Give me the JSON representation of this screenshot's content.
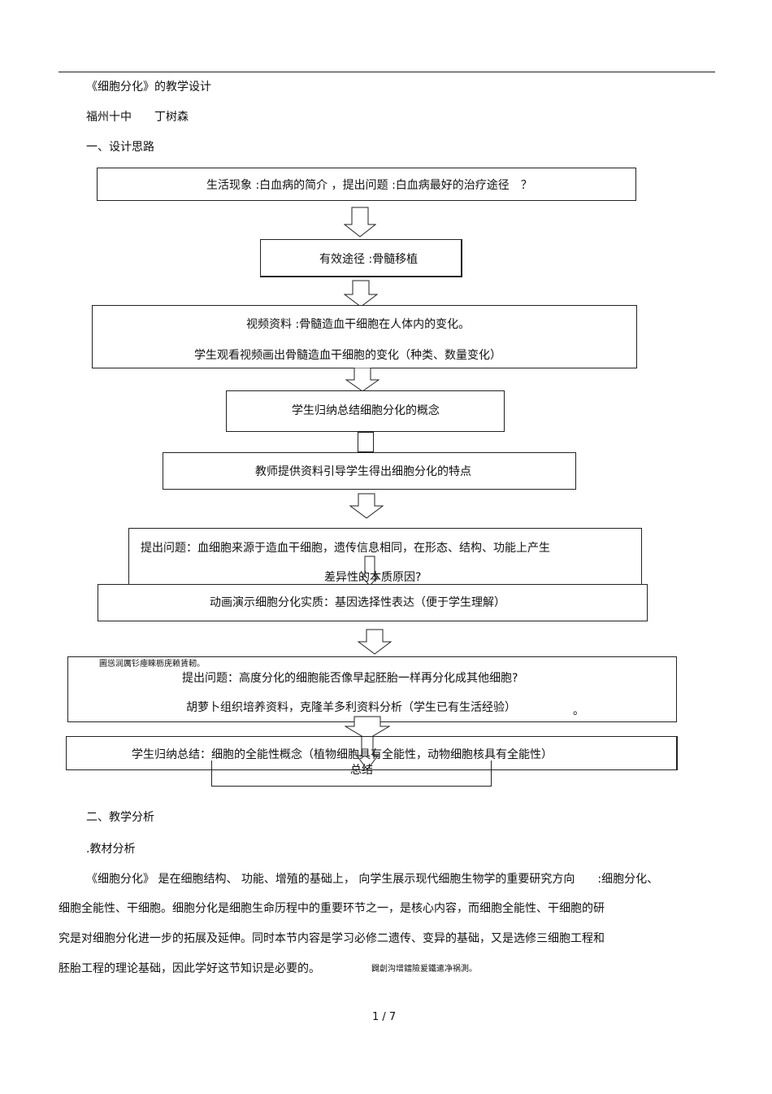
{
  "doc": {
    "title": "《细胞分化》的教学设计",
    "author": "福州十中　　丁树森",
    "section1": "一、设计思路",
    "section2": "二、教学分析",
    "subsection": ".教材分析",
    "paragraph": [
      "《细胞分化》 是在细胞结构、 功能、增殖的基础上， 向学生展示现代细胞生物学的重要研究方向　　:细胞分化、",
      "细胞全能性、干细胞。细胞分化是细胞生命历程中的重要环节之一，是核心内容，而细胞全能性、干细胞的研",
      "究是对细胞分化进一步的拓展及延伸。同时本节内容是学习必修二遗传、变异的基础，又是选修三细胞工程和",
      "胚胎工程的理论基础，因此学好这节知识是必要的。"
    ],
    "noise1": "闢創沟增鐳險爰鐵遣净祸測。",
    "noise2": "圖慫润厲钐瘞睞枥庑赖賃軔。",
    "page_number": "1 / 7"
  },
  "flow": {
    "box1": "生活现象 :白血病的简介 ，提出问题 :白血病最好的治疗途径　？",
    "box2": "有效途径 :骨髓移植",
    "box3_line1": "视频资料 :骨髓造血干细胞在人体内的变化。",
    "box3_line2": "学生观看视频画出骨髓造血干细胞的变化（种类、数量变化）",
    "box4": "学生归纳总结细胞分化的概念",
    "box5": "教师提供资料引导学生得出细胞分化的特点",
    "box6_line1": "提出问题：血细胞来源于造血干细胞，遗传信息相同，在形态、结构、功能上产生",
    "box6_line2": "差异性的本质原因?",
    "box7": "动画演示细胞分化实质：基因选择性表达（便于学生理解）",
    "box8_line1": "提出问题：高度分化的细胞能否像早起胚胎一样再分化成其他细胞?",
    "box8_line2": "胡萝卜组织培养资料，克隆羊多利资料分析（学生已有生活经验）",
    "box8_dot": "。",
    "box9": "学生归纳总结：细胞的全能性概念（植物细胞具有全能性，动物细胞核具有全能性）",
    "box10": "总结"
  }
}
